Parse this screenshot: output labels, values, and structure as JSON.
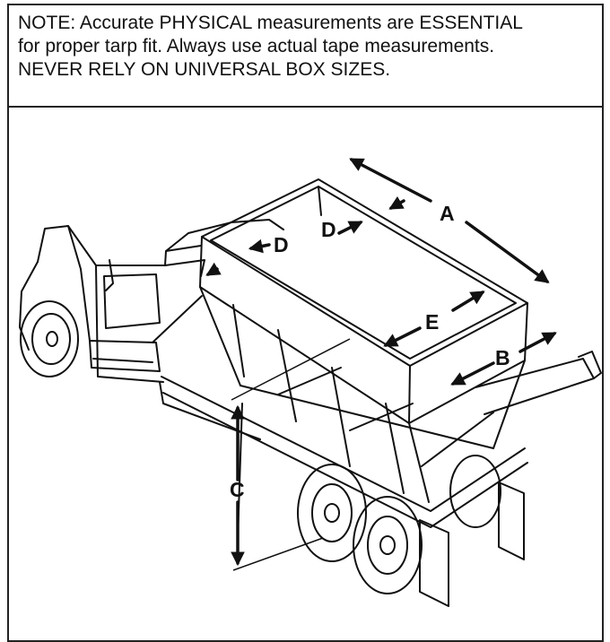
{
  "note": {
    "lines": [
      "NOTE: Accurate PHYSICAL measurements are ESSENTIAL",
      "for proper tarp fit. Always use actual tape measurements.",
      "NEVER RELY ON UNIVERSAL BOX SIZES."
    ]
  },
  "labels": {
    "a": "A",
    "b": "B",
    "c": "C",
    "d_left": "D",
    "d_top": "D",
    "e": "E"
  }
}
